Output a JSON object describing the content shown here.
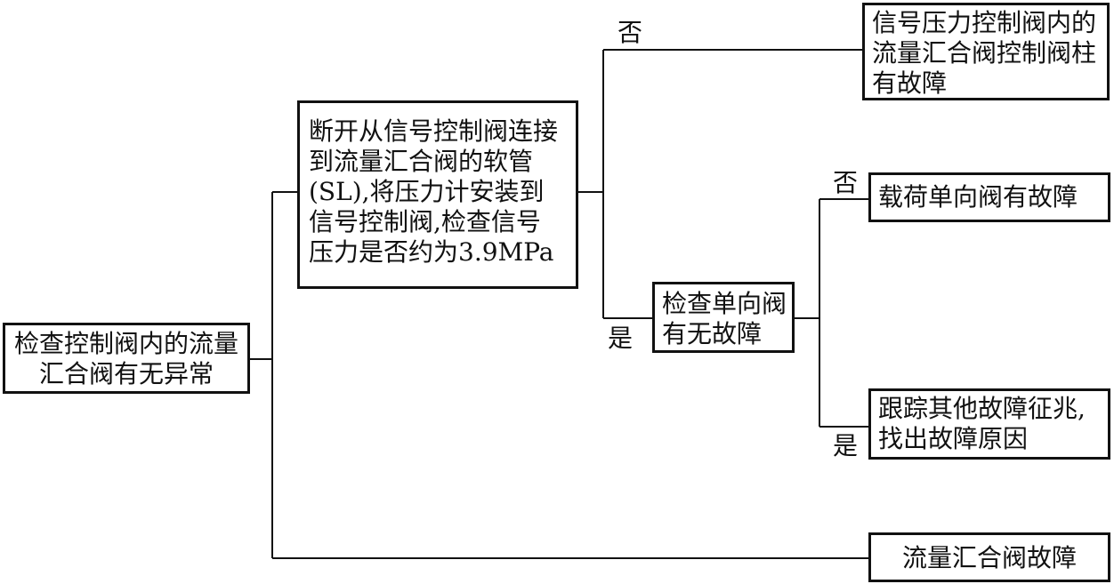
{
  "diagram": {
    "nodes": {
      "root": {
        "lines": [
          "检查控制阀内的流量",
          "汇合阀有无异常"
        ]
      },
      "check_pressure": {
        "lines": [
          "断开从信号控制阀连接",
          "到流量汇合阀的软管",
          "(SL),将压力计安装到",
          "信号控制阀,检查信号",
          "压力是否约为3.9MPa"
        ]
      },
      "spool_fault": {
        "lines": [
          "信号压力控制阀内的",
          "流量汇合阀控制阀柱",
          "有故障"
        ]
      },
      "check_check_valve": {
        "lines": [
          "检查单向阀",
          "有无故障"
        ]
      },
      "load_check_fault": {
        "lines": [
          "载荷单向阀有故障"
        ]
      },
      "trace_other": {
        "lines": [
          "跟踪其他故障征兆,",
          "找出故障原因"
        ]
      },
      "merge_valve_fault": {
        "lines": [
          "流量汇合阀故障"
        ]
      }
    },
    "edge_labels": {
      "pressure_no": "否",
      "pressure_yes": "是",
      "check_no": "否",
      "check_yes": "是"
    }
  }
}
